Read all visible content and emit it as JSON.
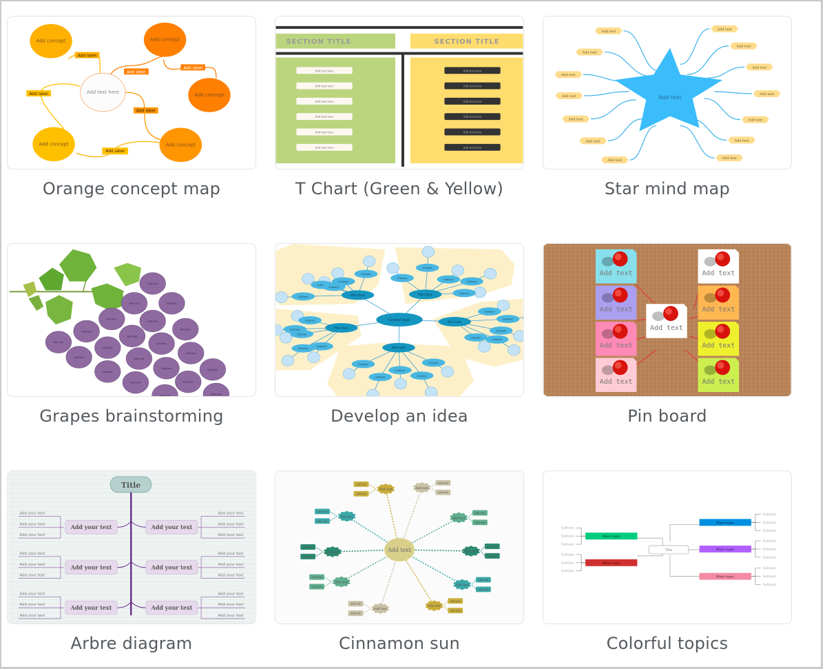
{
  "templates": [
    {
      "title": "Orange concept map",
      "preview": {
        "center": "Add text here",
        "concept": "Add concept",
        "edge_label": "Add label",
        "colors": {
          "amber": "#ffb000",
          "orange": "#ff7f00",
          "mid": "#ff9500",
          "yellow": "#ffc000"
        }
      }
    },
    {
      "title": "T Chart (Green & Yellow)",
      "preview": {
        "section_left": "SECTION TITLE",
        "section_right": "SECTION TITLE",
        "item": "Add text here",
        "colors": {
          "green": "#bbd57f",
          "yellow": "#ffdc6e",
          "dark": "#333333"
        }
      }
    },
    {
      "title": "Star mind map",
      "preview": {
        "center": "Add text",
        "branch": "Add text",
        "colors": {
          "star": "#3bbdfb",
          "tag": "#fddc8c"
        }
      }
    },
    {
      "title": "Grapes brainstorming",
      "preview": {
        "grape": "Add text",
        "colors": {
          "grape": "#8f6aa0",
          "leaf": "#6fb33a"
        }
      }
    },
    {
      "title": "Develop an idea",
      "preview": {
        "center": "Central topic",
        "main": "Main topic",
        "sub": "Subtopic",
        "colors": {
          "center": "#1596c1",
          "sub": "#49b7e2",
          "leaf": "#c5e3f6",
          "bg": "#fdf0c9"
        }
      }
    },
    {
      "title": "Pin board",
      "preview": {
        "note": "Add text",
        "colors": {
          "cork": "#b98459",
          "pin": "#d8120c"
        }
      }
    },
    {
      "title": "Arbre diagram",
      "preview": {
        "title": "Title",
        "node": "Add your text",
        "leaf": "Add your text",
        "colors": {
          "trunk": "#6a2f8c",
          "node": "#e6d9ec",
          "title": "#b6d1cd"
        }
      }
    },
    {
      "title": "Cinnamon sun",
      "preview": {
        "center": "Add text",
        "ray": "Add text",
        "colors": {
          "center": "#d8cf8a",
          "gold": "#c9ad39",
          "beige": "#c9c2a6",
          "teal": "#3aa8a7",
          "green": "#5fae8e",
          "dark": "#2b8a71"
        }
      }
    },
    {
      "title": "Colorful topics",
      "preview": {
        "title": "Title",
        "main": "Main topic",
        "sub": "Subtopic",
        "colors": {
          "green": "#00cc80",
          "red": "#d13030",
          "blue": "#0090e0",
          "purple": "#b060ff",
          "pink": "#f48aa4"
        }
      }
    }
  ]
}
